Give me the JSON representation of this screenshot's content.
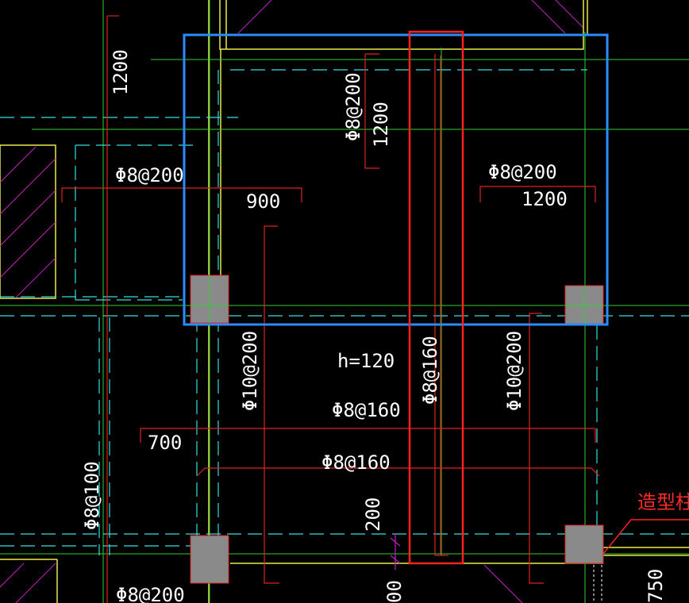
{
  "colors": {
    "background": "#000000",
    "wall_yellow": "#e8e84a",
    "axis_green": "#2fd02f",
    "dash_cyan": "#33e0e0",
    "rebar_red": "#e02020",
    "hatch_magenta": "#c020c0",
    "column_gray": "#8a8a8a",
    "select_blue": "#2a8cff",
    "highlight_red": "#ff2020",
    "text_white": "#ffffff"
  },
  "annotations": {
    "top_left_1200": "1200",
    "top_mid_phi8_200": "Φ8@200",
    "top_mid_1200": "1200",
    "left_phi8_200": "Φ8@200",
    "left_900": "900",
    "right_phi8_200": "Φ8@200",
    "right_1200": "1200",
    "slab_thickness": "h=120",
    "center_phi8_160_vertical": "Φ8@160",
    "left_phi10_200": "Φ10@200",
    "right_phi10_200": "Φ10@200",
    "mid_phi8_160": "Φ8@160",
    "dim_700": "700",
    "low_phi8_160": "Φ8@160",
    "far_left_phi8_100": "Φ8@100",
    "dim_200": "200",
    "bottom_left_phi8_200": "Φ8@200",
    "bottom_00": "00",
    "bottom_right_750": "750",
    "callout_decor_column": "造型柱"
  }
}
